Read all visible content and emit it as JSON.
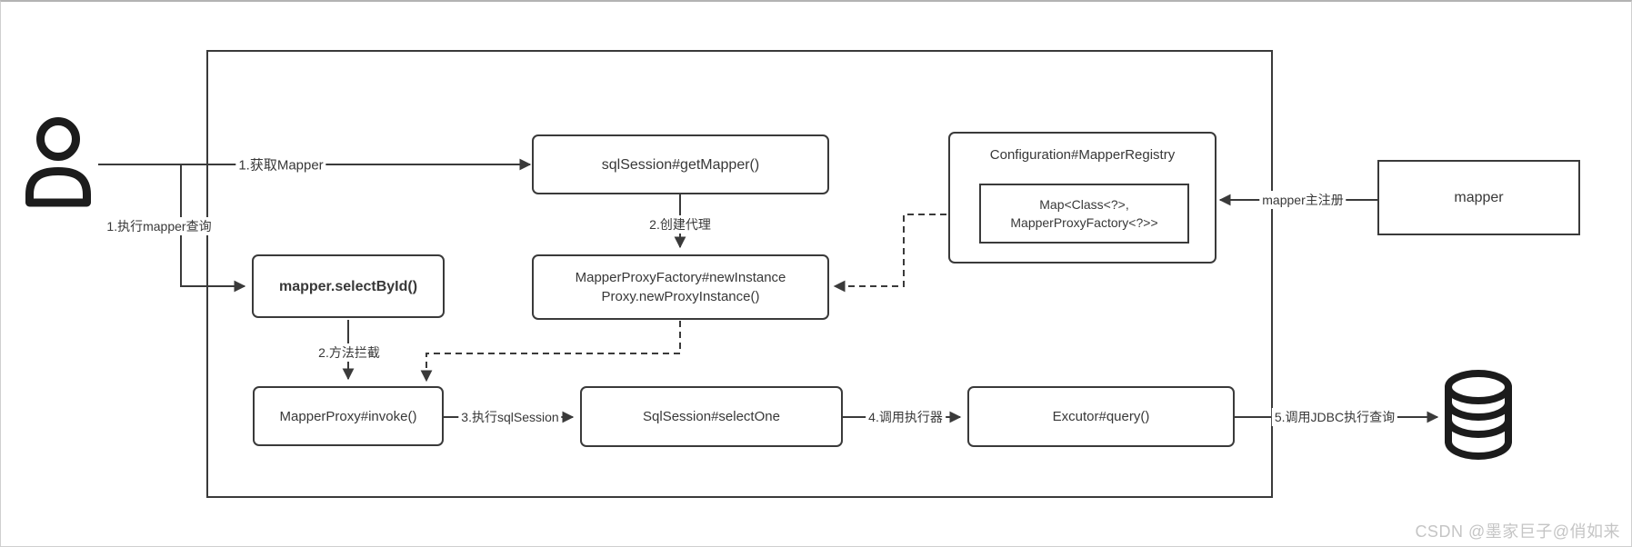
{
  "diagram": {
    "nodes": {
      "get_mapper": {
        "label": "sqlSession#getMapper()"
      },
      "select_by_id": {
        "label": "mapper.selectById()"
      },
      "proxy_factory": {
        "line1": "MapperProxyFactory#newInstance",
        "line2": "Proxy.newProxyInstance()"
      },
      "mapper_registry": {
        "title": "Configuration#MapperRegistry",
        "map_line1": "Map<Class<?>,",
        "map_line2": "MapperProxyFactory<?>>"
      },
      "mapper": {
        "label": "mapper"
      },
      "invoke": {
        "label": "MapperProxy#invoke()"
      },
      "select_one": {
        "label": "SqlSession#selectOne"
      },
      "executor": {
        "label": "Excutor#query()"
      }
    },
    "edge_labels": {
      "get_mapper": "1.获取Mapper",
      "exec_query": "1.执行mapper查询",
      "create_proxy": "2.创建代理",
      "method_intercept": "2.方法拦截",
      "exec_sqlsession": "3.执行sqlSession",
      "call_executor": "4.调用执行器",
      "call_jdbc": "5.调用JDBC执行查询",
      "mapper_register": "mapper主注册"
    },
    "icons": {
      "user": "user-icon",
      "database": "database-icon"
    },
    "watermark": "CSDN @墨家巨子@俏如来",
    "colors": {
      "line": "#3a3a3a",
      "text": "#383838",
      "icon": "#1c1c1c",
      "watermark": "#c5c5c5",
      "background": "#ffffff",
      "frame_border": "#3a3a3a",
      "page_border": "#b3b3b3"
    }
  }
}
